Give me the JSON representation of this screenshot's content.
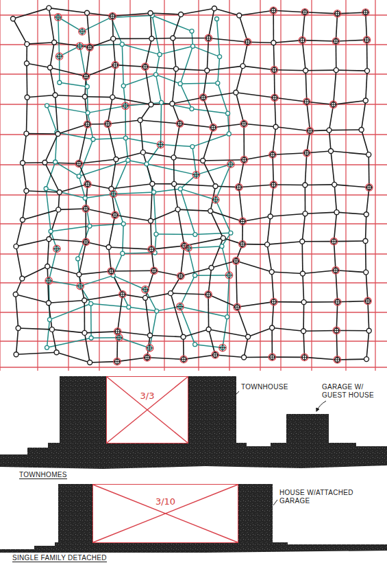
{
  "diagram": {
    "nodes": [
      {
        "text": [
          "3/3"
        ]
      },
      {
        "text": [
          "3/10"
        ]
      }
    ],
    "labels": [
      "TOWNHOUSE",
      "GARAGE W/ GUEST HOUSE",
      "TOWNHOMES",
      "HOUSE W/ATTACHED GARAGE",
      "SINGLE FAMILY DETACHED"
    ]
  }
}
